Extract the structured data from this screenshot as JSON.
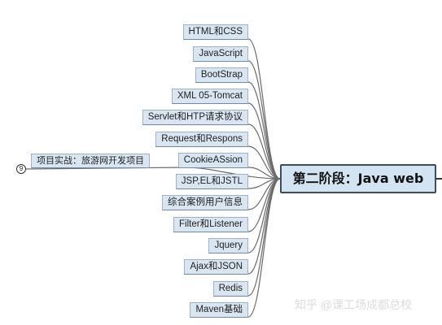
{
  "central_topic": "第二阶段：Java web",
  "subtopics": [
    "HTML和CSS",
    "JavaScript",
    "BootStrap",
    "XML 05-Tomcat",
    "Servlet和HTP请求协议",
    "Request和Respons",
    "CookieASsion",
    "JSP,EL和JSTL",
    "综合案例用户信息",
    "Filter和Listener",
    "Jquery",
    "Ajax和JSON",
    "Redis",
    "Maven基础"
  ],
  "side_topic": {
    "label": "项目实战：旅游网开发项目",
    "collapsed_count": "9"
  },
  "watermark": "知乎 @课工场成都总校"
}
